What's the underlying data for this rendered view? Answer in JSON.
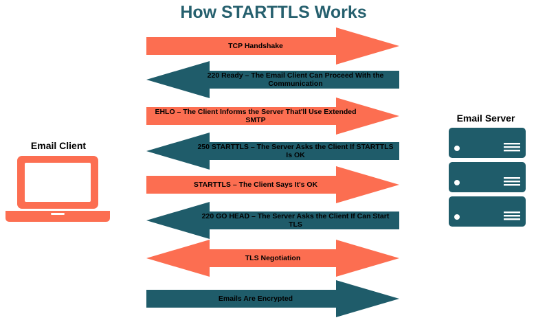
{
  "title": "How STARTTLS Works",
  "client_label": "Email Client",
  "server_label": "Email Server",
  "colors": {
    "orange": "#fc6e51",
    "teal": "#1f5c6a",
    "title": "#26606e"
  },
  "steps": [
    {
      "text": "TCP Handshake",
      "direction": "right",
      "color": "orange"
    },
    {
      "text": "220 Ready – The Email Client Can Proceed With the Communication",
      "direction": "left",
      "color": "teal"
    },
    {
      "text": "EHLO – The Client Informs the Server That'll Use Extended SMTP",
      "direction": "right",
      "color": "orange"
    },
    {
      "text": "250 STARTTLS – The Server Asks the Client If STARTTLS Is OK",
      "direction": "left",
      "color": "teal"
    },
    {
      "text": "STARTTLS – The Client Says It's OK",
      "direction": "right",
      "color": "orange"
    },
    {
      "text": "220 GO HEAD – The Server Asks the Client If Can Start TLS",
      "direction": "left",
      "color": "teal"
    },
    {
      "text": "TLS Negotiation",
      "direction": "both",
      "color": "orange"
    },
    {
      "text": "Emails Are Encrypted",
      "direction": "right",
      "color": "teal"
    }
  ],
  "icons": {
    "client": "laptop-icon",
    "server": "server-stack-icon"
  }
}
